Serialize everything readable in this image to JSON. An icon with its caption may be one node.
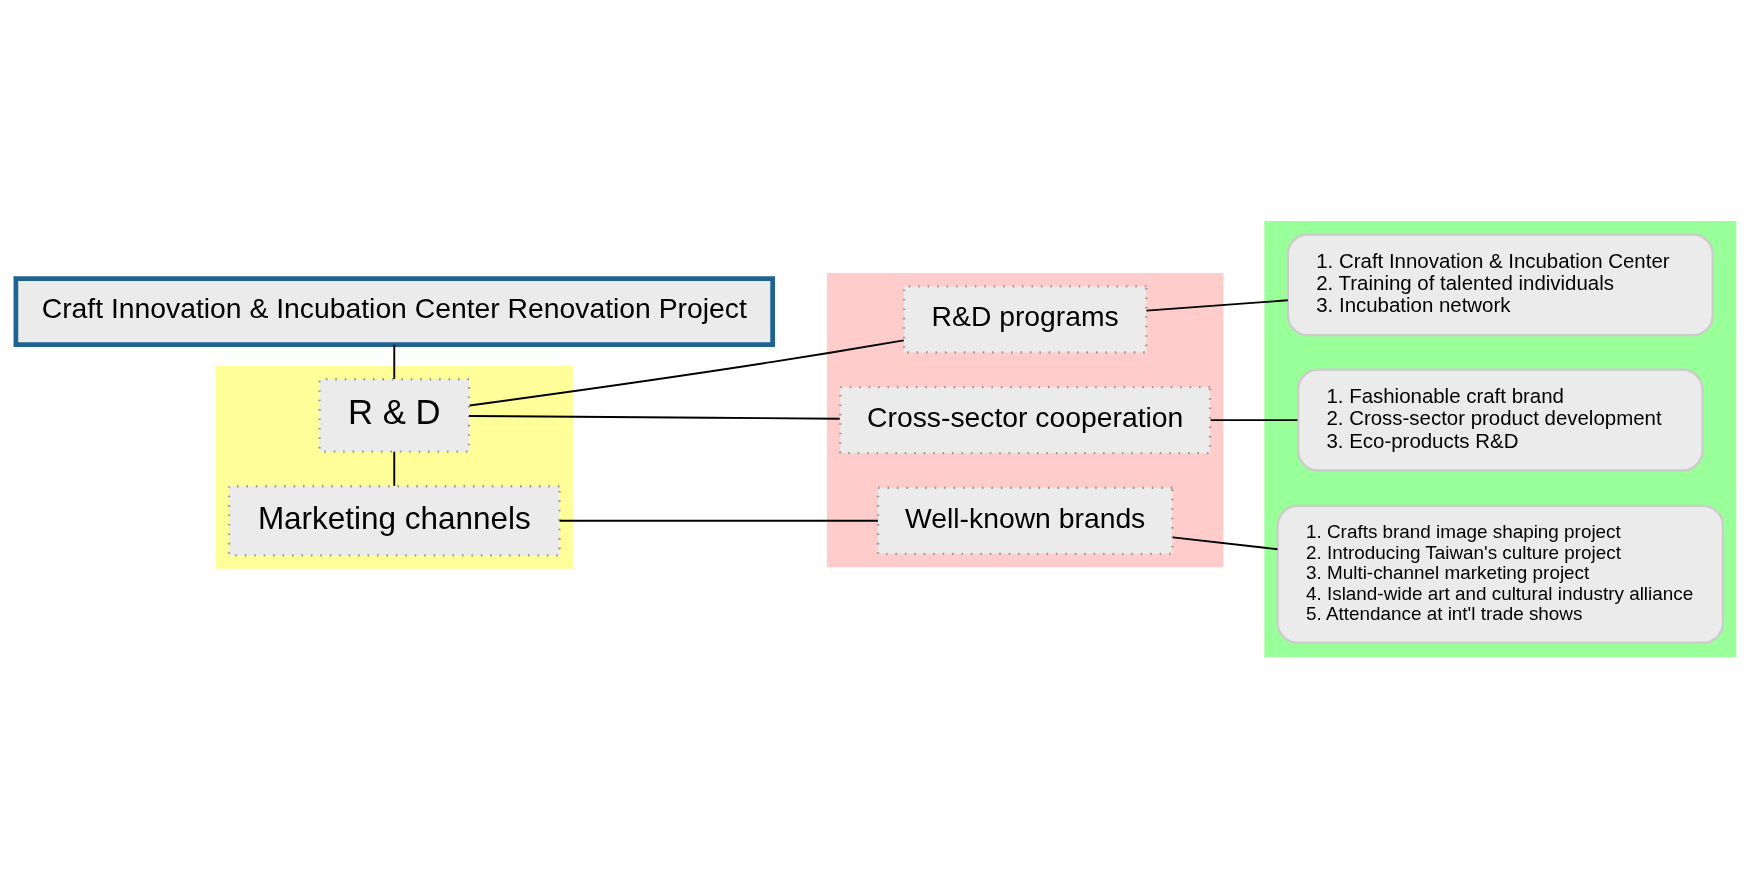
{
  "diagram": {
    "nodes": [
      {
        "text": [],
        "shape": "box"
      },
      {
        "text": [
          "R & D"
        ],
        "in": 0
      },
      {
        "text": [
          "Marketing channels"
        ],
        "in": 0
      },
      {
        "text": [],
        "shape": "box"
      },
      {
        "text": [
          "R&D programs"
        ],
        "in": 3
      },
      {
        "text": [
          "Cross-sector cooperation"
        ],
        "in": 3
      },
      {
        "text": [
          "Well-known brands"
        ],
        "in": 3
      },
      {
        "text": [],
        "shape": "box"
      },
      {
        "text": [
          "1. Craft Innovation & Incubation Center",
          "2. Training of talented individuals",
          "3. Incubation network"
        ],
        "in": 7
      },
      {
        "text": [
          "1. Fashionable craft brand",
          "2. Cross-sector product development",
          "3. Eco-products R&D"
        ],
        "in": 7
      },
      {
        "text": [
          "1. Crafts brand image shaping project",
          "2. Introducing Taiwan's culture project",
          "3. Multi-channel marketing project",
          "4. Island-wide art and cultural industry alliance",
          "5. Attendance at int'l trade shows"
        ],
        "in": 7
      },
      {
        "text": [
          "Craft Innovation & Incubation Center Renovation Project"
        ]
      }
    ],
    "edges": [
      {
        "from": 1,
        "to": 2,
        "arrow": "none"
      },
      {
        "from": 1,
        "to": 11,
        "arrow": "none"
      },
      {
        "from": 1,
        "to": 4,
        "arrow": "none"
      },
      {
        "from": 1,
        "to": 5,
        "arrow": "none"
      },
      {
        "from": 4,
        "to": 8,
        "arrow": "none"
      },
      {
        "from": 5,
        "to": 9,
        "arrow": "none"
      },
      {
        "from": 2,
        "to": 6,
        "arrow": "none"
      },
      {
        "from": 6,
        "to": 10,
        "arrow": "none"
      }
    ]
  }
}
